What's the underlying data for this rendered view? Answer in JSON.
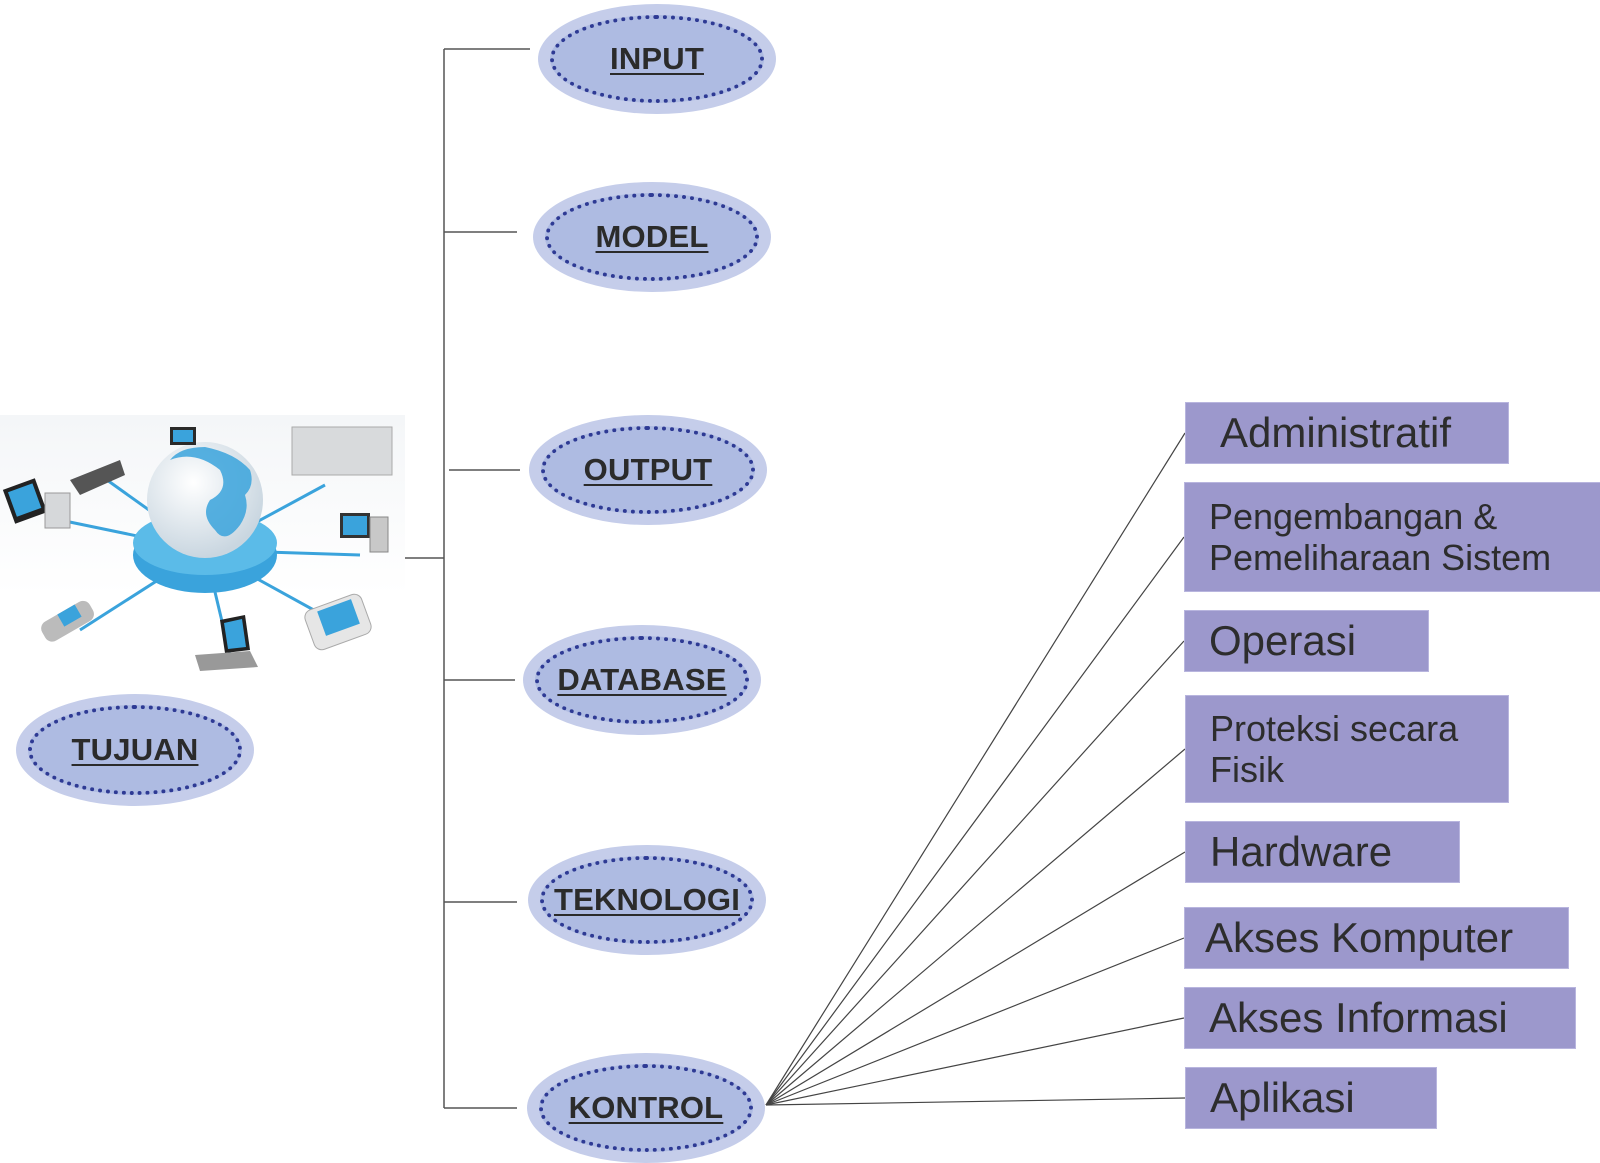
{
  "diagram": {
    "root": {
      "label": "TUJUAN",
      "image": "network-globe-illustration"
    },
    "branches": [
      {
        "label": "INPUT"
      },
      {
        "label": "MODEL"
      },
      {
        "label": "OUTPUT"
      },
      {
        "label": "DATABASE"
      },
      {
        "label": "TEKNOLOGI"
      },
      {
        "label": "KONTROL"
      }
    ],
    "kontrol_children": [
      {
        "label": "Administratif"
      },
      {
        "label": "Pengembangan & Pemeliharaan Sistem",
        "lines": [
          "Pengembangan &",
          "Pemeliharaan Sistem"
        ]
      },
      {
        "label": "Operasi"
      },
      {
        "label": "Proteksi secara Fisik",
        "lines": [
          "Proteksi secara",
          "Fisik"
        ]
      },
      {
        "label": "Hardware"
      },
      {
        "label": "Akses Komputer"
      },
      {
        "label": "Akses Informasi"
      },
      {
        "label": "Aplikasi"
      }
    ],
    "colors": {
      "ellipse_fill": "#aebbe2",
      "ellipse_halo": "#c5cdea",
      "ellipse_dots": "#2e3a94",
      "box_fill": "#9c98cc",
      "line": "#555555",
      "globe_blue": "#3aa3dc"
    }
  }
}
